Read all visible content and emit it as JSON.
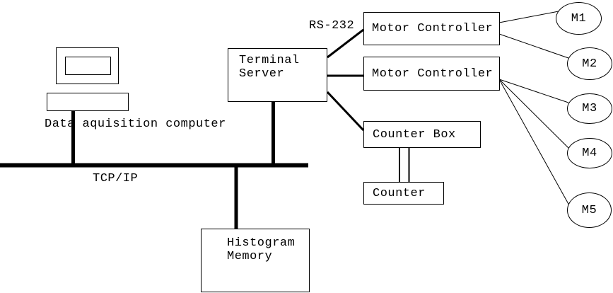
{
  "diagram": {
    "nodes": {
      "daq_computer_label": "Data aquisition computer",
      "terminal_server": "Terminal\nServer",
      "motor_controller_1": "Motor Controller",
      "motor_controller_2": "Motor Controller",
      "counter_box": "Counter Box",
      "counter": "Counter",
      "histogram_memory": "Histogram\nMemory",
      "motors": [
        "M1",
        "M2",
        "M3",
        "M4",
        "M5"
      ]
    },
    "edge_labels": {
      "rs232": "RS-232",
      "tcp_ip": "TCP/IP"
    },
    "colors": {
      "line": "#000000",
      "background": "#ffffff"
    }
  }
}
